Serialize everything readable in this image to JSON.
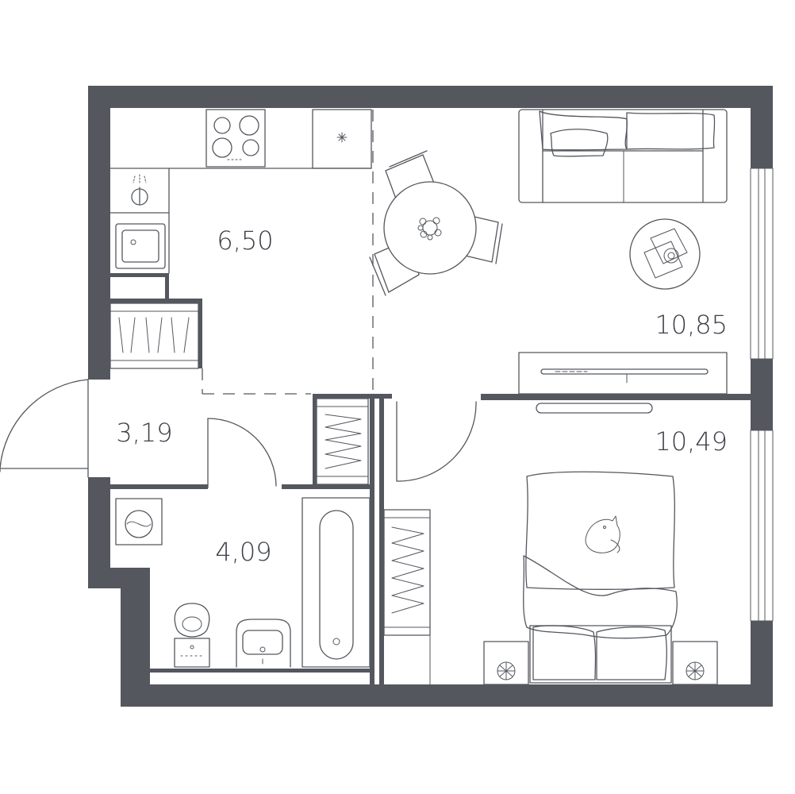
{
  "colors": {
    "wall": "#54575e",
    "line": "#54575e",
    "label": "#3d4047",
    "background": "#ffffff"
  },
  "rooms": {
    "kitchen": {
      "area": "6,50"
    },
    "living": {
      "area": "10,85"
    },
    "hall": {
      "area": "3,19"
    },
    "bathroom": {
      "area": "4,09"
    },
    "bedroom": {
      "area": "10,49"
    }
  },
  "icons": [
    "stove-icon",
    "fridge-icon",
    "faucet-icon",
    "sink-icon",
    "dining-table-icon",
    "sofa-icon",
    "coffee-table-icon",
    "tv-icon",
    "wardrobe-icon",
    "washing-machine-icon",
    "toilet-icon",
    "bathtub-icon",
    "washbasin-icon",
    "bed-icon",
    "cat-icon",
    "nightstand-icon",
    "door-swing-icon"
  ]
}
